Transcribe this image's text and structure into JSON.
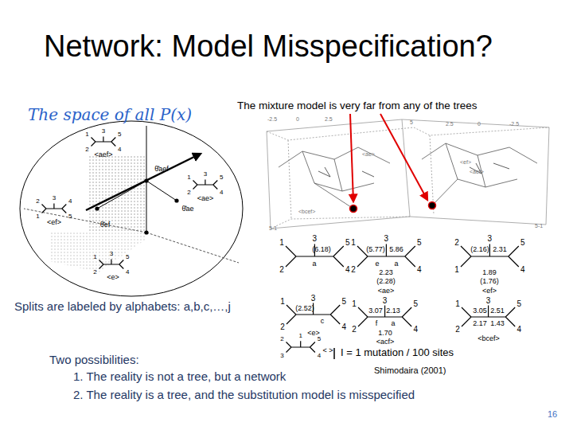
{
  "diagram": {
    "title": "Network: Model Misspecification?",
    "labels": [
      "The space of all P(x)",
      "The mixture model is very far from any of the trees",
      "Splits are labeled by alphabets: a,b,c,…,j",
      "Two possibilities:",
      "1. The reality is not a tree, but a network",
      "2. The reality is a tree, and the substitution model is misspecified",
      "Shimodaira (2001)",
      "I = 1 mutation / 100 sites",
      "16",
      "<aef>",
      "θ̂aef",
      "<ae>",
      "θ̂ae",
      "<ef>",
      "θ̂ef",
      "<e>",
      "(6.18)",
      "a",
      "(5.77)",
      "5.86",
      "e",
      "a",
      "2.23",
      "(2.28)",
      "<ae>",
      "(2.16)",
      "2.31",
      "1.89",
      "(1.76)",
      "<ef>",
      "(2.52)",
      "c",
      "<e>",
      "2.13",
      "3.07",
      "1.70",
      "f",
      "a",
      "<acf>",
      "3.05",
      "2.17",
      "2.51",
      "1.43",
      "<bcef>",
      "< >",
      "2",
      "1",
      "3",
      "5",
      "4",
      "2",
      "1",
      "3",
      "5",
      "4",
      "1",
      "2",
      "3",
      "4",
      "5",
      "2",
      "1",
      "3",
      "5",
      "4",
      "2",
      "1",
      "3",
      "5",
      "4",
      "2",
      "1",
      "3",
      "5",
      "4",
      "1",
      "2",
      "3",
      "5",
      "4",
      "2",
      "1",
      "3",
      "5",
      "4",
      "2",
      "1",
      "3",
      "5",
      "4",
      "2",
      "1",
      "3",
      "5",
      "4",
      "3",
      "2",
      "1",
      "5",
      "4",
      "-2.5",
      "0",
      "2.5",
      "5",
      "2.5",
      "0",
      "-2.5",
      "<ef>",
      "<ae>",
      "<bcef>",
      "<aef>",
      "5-1",
      "5-1"
    ]
  }
}
